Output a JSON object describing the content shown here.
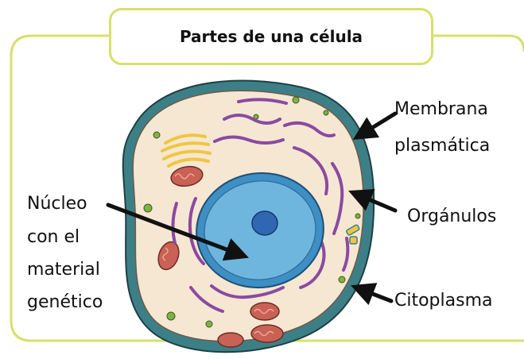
{
  "title": "Partes de una célula",
  "labels": {
    "membrana_line1": "Membrana",
    "membrana_line2": "plasmática",
    "organulos": "Orgánulos",
    "citoplasma": "Citoplasma",
    "nucleo_line1": "Núcleo",
    "nucleo_line2": "con el",
    "nucleo_line3": "material",
    "nucleo_line4": "genético"
  },
  "colors": {
    "frame": "#d6e06a",
    "membrane": "#3d7f86",
    "cytoplasm": "#f6e7d3",
    "nucleus": "#6fb6de",
    "nucleolus": "#2f67b3",
    "er": "#8b4aa0",
    "golgi": "#f0c640",
    "mitochondria": "#c96255",
    "dots": "#7cb342",
    "arrow": "#111111"
  }
}
